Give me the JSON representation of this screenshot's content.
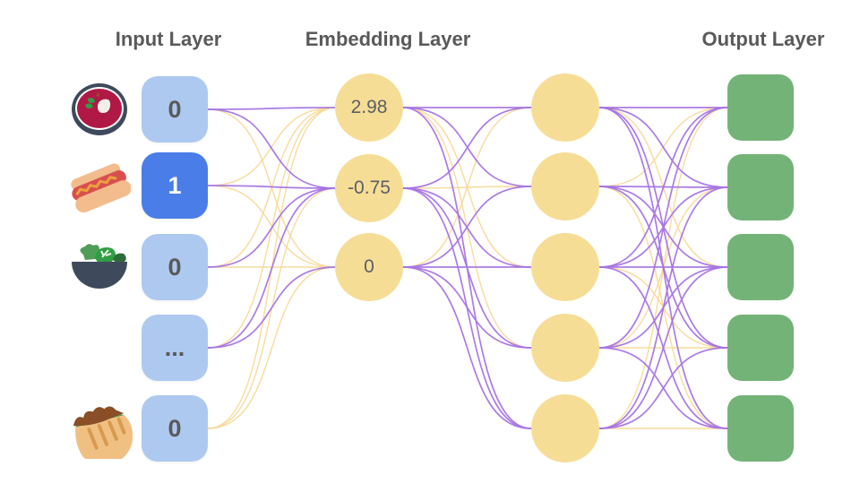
{
  "titles": {
    "input": "Input Layer",
    "embedding": "Embedding Layer",
    "output": "Output Layer"
  },
  "input_layer": {
    "items": [
      {
        "icon": "borscht-bowl",
        "value": "0",
        "active": false
      },
      {
        "icon": "hot-dog",
        "value": "1",
        "active": true
      },
      {
        "icon": "salad-bowl",
        "value": "0",
        "active": false
      },
      {
        "icon": "",
        "value": "...",
        "active": false
      },
      {
        "icon": "stuffed-flatbread",
        "value": "0",
        "active": false
      }
    ]
  },
  "embedding_layer": {
    "values": [
      "2.98",
      "-0.75",
      "0"
    ]
  },
  "hidden_layer": {
    "node_count": 5
  },
  "output_layer": {
    "node_count": 5
  },
  "colors": {
    "input_fill": "#aec9f0",
    "input_active_fill": "#4a7de8",
    "input_active_text": "#ffffff",
    "node_yellow": "#f6dd96",
    "output_green": "#74b377",
    "edge_purple": "#a674e3",
    "edge_yellow": "#f7d792",
    "text_dark": "#595959",
    "value_text": "#5a5f63"
  },
  "edges": {
    "input_to_embedding": [
      [
        "P",
        "P",
        "Y"
      ],
      [
        "Y",
        "P",
        "Y"
      ],
      [
        "Y",
        "P",
        "Y"
      ],
      [
        "Y",
        "P",
        "P"
      ],
      [
        "Y",
        "Y",
        "Y"
      ]
    ],
    "embedding_to_hidden": [
      [
        "P",
        "P",
        "Y",
        "Y",
        "P"
      ],
      [
        "P",
        "Y",
        "P",
        "P",
        "P"
      ],
      [
        "Y",
        "P",
        "P",
        "P",
        "P"
      ]
    ],
    "hidden_to_output": [
      [
        "P",
        "P",
        "Y",
        "P",
        "P"
      ],
      [
        "Y",
        "P",
        "P",
        "P",
        "Y"
      ],
      [
        "P",
        "P",
        "P",
        "Y",
        "P"
      ],
      [
        "P",
        "Y",
        "P",
        "Y",
        "P"
      ],
      [
        "Y",
        "P",
        "P",
        "P",
        "Y"
      ]
    ]
  }
}
